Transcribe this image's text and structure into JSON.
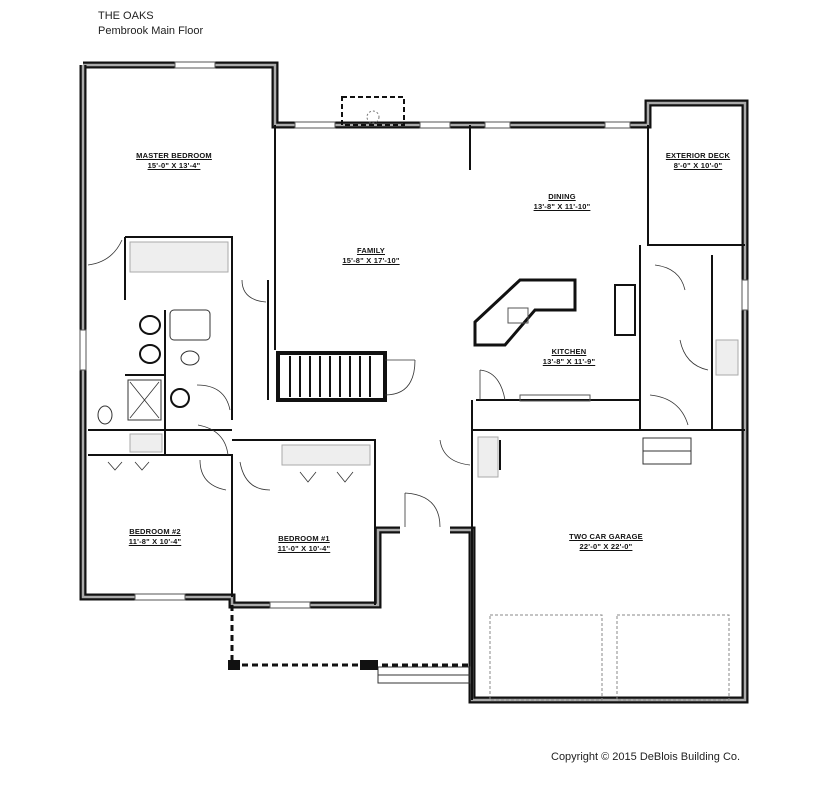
{
  "header": {
    "title": "THE OAKS",
    "subtitle": "Pembrook Main Floor"
  },
  "rooms": [
    {
      "name": "MASTER BEDROOM",
      "size": "15'-0\" X 13'-4\""
    },
    {
      "name": "FAMILY",
      "size": "15'-8\" X 17'-10\""
    },
    {
      "name": "DINING",
      "size": "13'-8\" X 11'-10\""
    },
    {
      "name": "EXTERIOR DECK",
      "size": "8'-0\" X 10'-0\""
    },
    {
      "name": "KITCHEN",
      "size": "13'-8\" X 11'-9\""
    },
    {
      "name": "BEDROOM #2",
      "size": "11'-8\" X 10'-4\""
    },
    {
      "name": "BEDROOM #1",
      "size": "11'-0\" X 10'-4\""
    },
    {
      "name": "TWO CAR GARAGE",
      "size": "22'-0\" X 22'-0\""
    }
  ],
  "footer": {
    "copyright": "Copyright © 2015 DeBlois Building Co."
  }
}
